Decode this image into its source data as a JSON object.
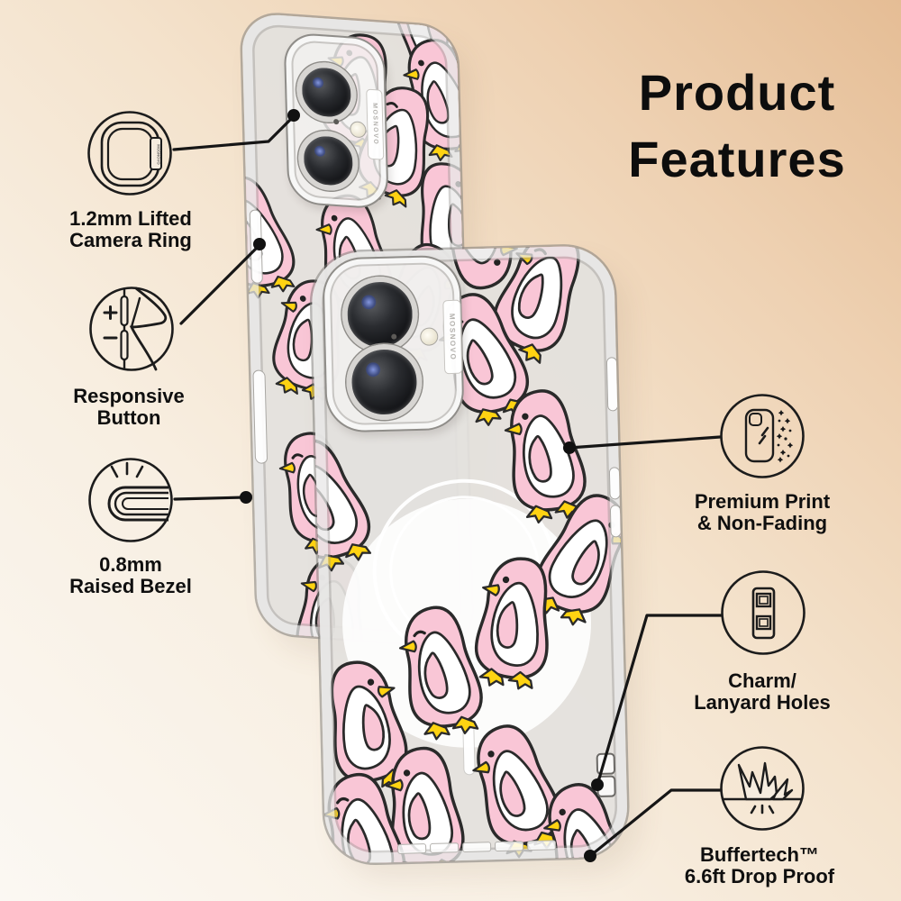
{
  "title": {
    "line1": "Product",
    "line2": "Features"
  },
  "brand": "MOSNOVO",
  "features": [
    {
      "line1": "1.2mm Lifted",
      "line2": "Camera Ring",
      "icon": "camera-ring-icon"
    },
    {
      "line1": "Responsive",
      "line2": "Button",
      "icon": "responsive-button-icon"
    },
    {
      "line1": "0.8mm",
      "line2": "Raised Bezel",
      "icon": "raised-bezel-icon"
    },
    {
      "line1": "Premium Print",
      "line2": "& Non-Fading",
      "icon": "premium-print-icon"
    },
    {
      "line1": "Charm/",
      "line2": "Lanyard Holes",
      "icon": "charm-lanyard-holes-icon"
    },
    {
      "line1": "Buffertech™",
      "line2": "6.6ft Drop Proof",
      "icon": "drop-proof-icon"
    }
  ],
  "design": {
    "pattern_name": "pink penguins on clear case",
    "colors": {
      "penguin_pink": "#F9C6D6",
      "accent_yellow": "#FFD312",
      "outline": "#2A2A2A",
      "background_peach": "#E5BD95"
    }
  }
}
